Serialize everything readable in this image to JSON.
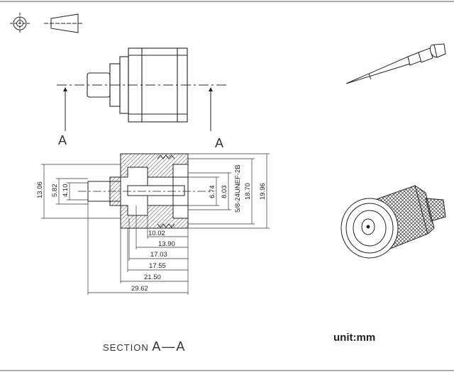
{
  "section_label": {
    "word": "SECTION",
    "name": "A—A"
  },
  "unit_label": "unit:mm",
  "section_marks": {
    "left": "A",
    "right": "A"
  },
  "vertical_dims": [
    "13.06",
    "5.82",
    "4.10",
    "6.74",
    "8.03",
    "5/8-24UNEF-2B",
    "18.70",
    "19.96"
  ],
  "horizontal_dims": [
    "10.02",
    "13.90",
    "17.03",
    "17.55",
    "21.50",
    "29.62"
  ],
  "colors": {
    "line": "#1a1a1a",
    "hatch": "#444444",
    "frame": "#555555"
  }
}
